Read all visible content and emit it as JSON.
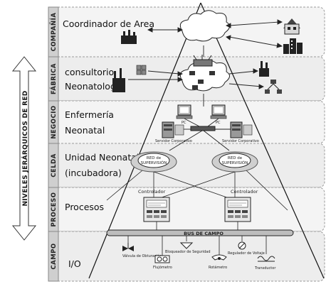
{
  "axis_label": "NIVELES JERÁRQUICOS DE RED",
  "levels": [
    {
      "tag": "COMPAÑÍA",
      "label_lines": [
        "Coordinador  de Area"
      ]
    },
    {
      "tag": "FÁBRICA",
      "label_lines": [
        "consultorio",
        "Neonatología"
      ]
    },
    {
      "tag": "NEGOCIO",
      "label_lines": [
        "Enfermería",
        "Neonatal"
      ]
    },
    {
      "tag": "CELDA",
      "label_lines": [
        "Unidad Neonatal",
        "(incubadora)"
      ]
    },
    {
      "tag": "PROCESO",
      "label_lines": [
        "Procesos"
      ]
    },
    {
      "tag": "CAMPO",
      "label_lines": [
        "I/O"
      ]
    }
  ],
  "negocio": {
    "pc_left": "PC",
    "pc_right": "PC",
    "server_left": "Servidor Corporativo",
    "server_right": "Servidor Corporativo"
  },
  "celda": {
    "net_left": [
      "RED de",
      "SUPERVISIÓN"
    ],
    "net_right": [
      "RED de",
      "SUPERVISIÓN"
    ]
  },
  "proceso": {
    "controller_left": "Controlador",
    "controller_right": "Controlador"
  },
  "campo": {
    "bus": "BUS DE CAMPO",
    "devices": [
      "Válvula de Obturación",
      "Bloqueador de Seguridad",
      "Regulador de Voltaje",
      "Flujómetro",
      "Rotámetro",
      "Transductor"
    ]
  }
}
